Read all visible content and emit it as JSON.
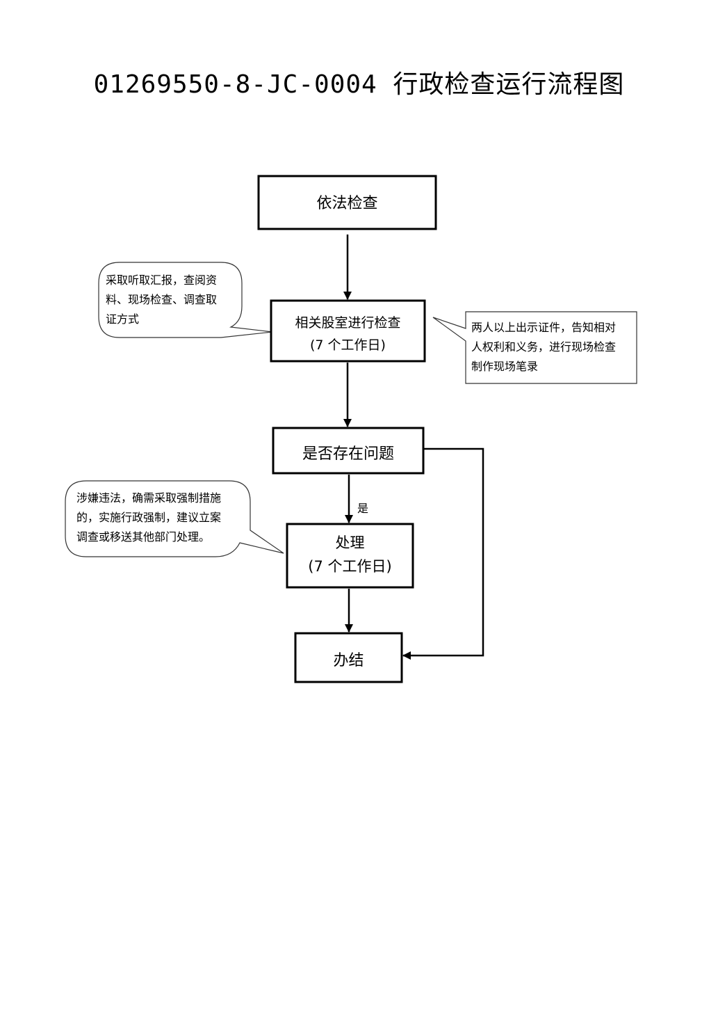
{
  "title": "01269550-8-JC-0004 行政检查运行流程图",
  "nodes": {
    "start": {
      "text": "依法检查"
    },
    "inspect": {
      "line1": "相关股室进行检查",
      "line2": "(7 个工作日)"
    },
    "decision": {
      "text": "是否存在问题"
    },
    "process": {
      "line1": "处理",
      "line2": "(7 个工作日)"
    },
    "end": {
      "text": "办结"
    }
  },
  "edges": {
    "yes_label": "是"
  },
  "notes": {
    "methods": [
      "采取听取汇报，查阅资",
      "料、现场检查、调查取",
      "证方式"
    ],
    "procedure": [
      "两人以上出示证件，告知相对",
      "人权利和义务，进行现场检查",
      "制作现场笔录"
    ],
    "measures": [
      "涉嫌违法，确需采取强制措施",
      "的，实施行政强制，建议立案",
      "调查或移送其他部门处理。"
    ]
  }
}
